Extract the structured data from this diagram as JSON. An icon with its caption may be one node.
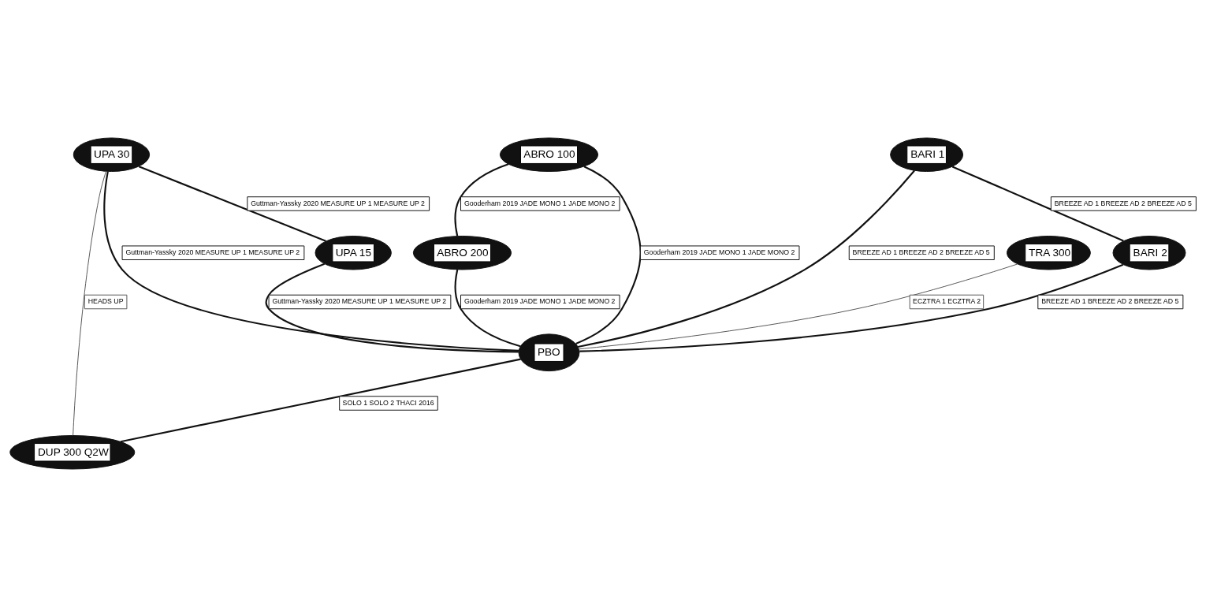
{
  "diagram": {
    "nodes": [
      {
        "text": [
          "ABRO 100"
        ]
      },
      {
        "text": [
          "UPA 30"
        ]
      },
      {
        "text": [
          "ABRO 200"
        ]
      },
      {
        "text": [
          "UPA 15"
        ]
      },
      {
        "text": [
          "BARI 1"
        ]
      },
      {
        "text": [
          "TRA 300"
        ]
      },
      {
        "text": [
          "BARI 2"
        ]
      },
      {
        "text": [
          "PBO"
        ]
      },
      {
        "text": [
          "DUP 300 Q2W"
        ]
      }
    ],
    "edges": [
      {
        "from": 0,
        "to": 2,
        "arrow": "none",
        "label": "Gooderham 2019 JADE MONO 1 JADE MONO 2"
      },
      {
        "from": 1,
        "to": 3,
        "arrow": "none",
        "label": "Guttman-Yassky 2020 MEASURE UP 1 MEASURE UP 2"
      },
      {
        "from": 1,
        "to": 7,
        "arrow": "none",
        "label": "Guttman-Yassky 2020 MEASURE UP 1 MEASURE UP 2"
      },
      {
        "from": 1,
        "to": 8,
        "arrow": "none",
        "label": "HEADS UP",
        "color": "#555555"
      },
      {
        "from": 3,
        "to": 7,
        "arrow": "none",
        "label": "Guttman-Yassky 2020 MEASURE UP 1 MEASURE UP 2"
      },
      {
        "from": 0,
        "to": 7,
        "arrow": "none",
        "label": "Gooderham 2019 JADE MONO 1 JADE MONO 2"
      },
      {
        "from": 2,
        "to": 7,
        "arrow": "none",
        "label": "Gooderham 2019 JADE MONO 1 JADE MONO 2"
      },
      {
        "from": 4,
        "to": 6,
        "arrow": "none",
        "label": "BREEZE AD 1 BREEZE AD 2 BREEZE AD 5"
      },
      {
        "from": 4,
        "to": 7,
        "arrow": "none",
        "label": "BREEZE AD 1 BREEZE AD 2 BREEZE AD 5"
      },
      {
        "from": 6,
        "to": 7,
        "arrow": "none",
        "label": "BREEZE AD 1 BREEZE AD 2 BREEZE AD 5"
      },
      {
        "from": 5,
        "to": 7,
        "arrow": "none",
        "label": "ECZTRA 1 ECZTRA 2",
        "color": "#555555"
      },
      {
        "from": 7,
        "to": 8,
        "arrow": "none",
        "label": "SOLO 1 SOLO 2 THACI 2016"
      }
    ]
  }
}
